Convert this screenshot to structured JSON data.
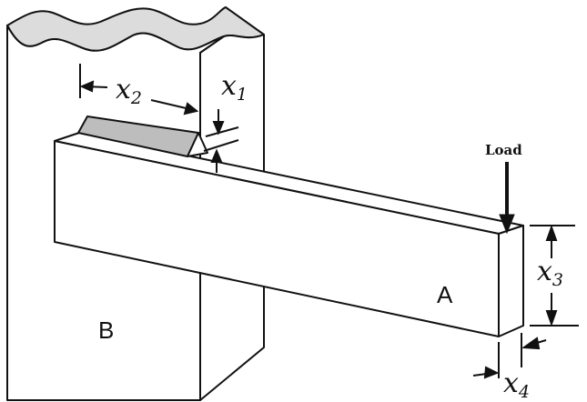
{
  "diagram": {
    "labels": {
      "x1": "x",
      "x1_sub": "1",
      "x2": "x",
      "x2_sub": "2",
      "x3": "x",
      "x3_sub": "3",
      "x4": "x",
      "x4_sub": "4",
      "load": "Load",
      "member_a": "A",
      "member_b": "B"
    },
    "colors": {
      "stroke": "#111111",
      "weld_fill": "#bdbdbd",
      "cap_fill": "#dcdcdc",
      "background": "#ffffff"
    }
  }
}
